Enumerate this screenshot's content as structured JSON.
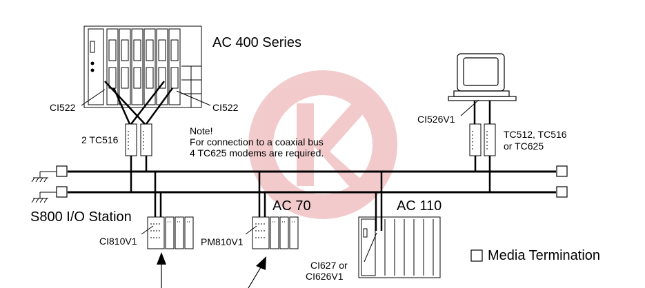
{
  "labels": {
    "ac400": "AC 400 Series",
    "ci522_left": "CI522",
    "ci522_right": "CI522",
    "tc516": "2 TC516",
    "note_title": "Note!",
    "note_line1": "For connection to a coaxial bus",
    "note_line2": "4 TC625 modems are required.",
    "ci526": "CI526V1",
    "tc_line1": "TC512, TC516",
    "tc_line2": "or TC625",
    "s800": "S800 I/O Station",
    "ci810": "CI810V1",
    "ac70": "AC 70",
    "pm810": "PM810V1",
    "ac110": "AC 110",
    "ci627_line1": "CI627 or",
    "ci627_line2": "CI626V1",
    "legend": "Media Termination"
  },
  "colors": {
    "line": "#000000",
    "watermark": "#e8a0a4",
    "background": "#ffffff"
  },
  "icons": {
    "watermark": "k-logo-watermark",
    "workstation": "computer-terminal-icon"
  }
}
